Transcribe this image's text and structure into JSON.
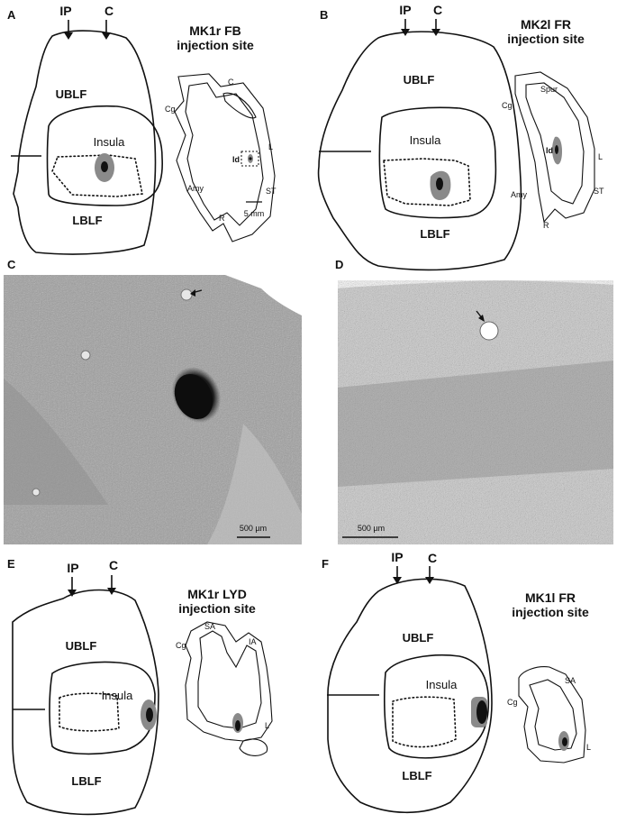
{
  "panels": {
    "A": {
      "letter": "A",
      "title1": "MK1r FB",
      "title2": "injection site",
      "ip": "IP",
      "c": "C",
      "ublf": "UBLF",
      "lblf": "LBLF",
      "insula": "Insula",
      "sec_c": "C",
      "sec_cg": "Cg",
      "sec_id": "Id",
      "sec_l": "L",
      "sec_amy": "Amy",
      "sec_st": "ST",
      "sec_r": "R",
      "scale": "5 mm"
    },
    "B": {
      "letter": "B",
      "title1": "MK2l FR",
      "title2": "injection site",
      "ip": "IP",
      "c": "C",
      "ublf": "UBLF",
      "lblf": "LBLF",
      "insula": "Insula",
      "sec_spur": "Spur",
      "sec_cg": "Cg",
      "sec_id": "Id",
      "sec_l": "L",
      "sec_amy": "Amy",
      "sec_st": "ST",
      "sec_r": "R"
    },
    "C": {
      "letter": "C",
      "scale": "500 µm"
    },
    "D": {
      "letter": "D",
      "scale": "500 µm"
    },
    "E": {
      "letter": "E",
      "title1": "MK1r LYD",
      "title2": "injection site",
      "ip": "IP",
      "c": "C",
      "ublf": "UBLF",
      "lblf": "LBLF",
      "insula": "Insula",
      "sec_sa": "SA",
      "sec_ia": "IA",
      "sec_cg": "Cg",
      "sec_l": "L"
    },
    "F": {
      "letter": "F",
      "title1": "MK1l FR",
      "title2": "injection site",
      "ip": "IP",
      "c": "C",
      "ublf": "UBLF",
      "lblf": "LBLF",
      "insula": "Insula",
      "sec_sa": "SA",
      "sec_cg": "Cg",
      "sec_l": "L"
    }
  },
  "colors": {
    "ink": "#111111",
    "injection_halo": "#8a8a8a",
    "injection_core": "#111111",
    "micrograph_c": "#9e9e9e",
    "micrograph_d": "#c9c9c9"
  }
}
